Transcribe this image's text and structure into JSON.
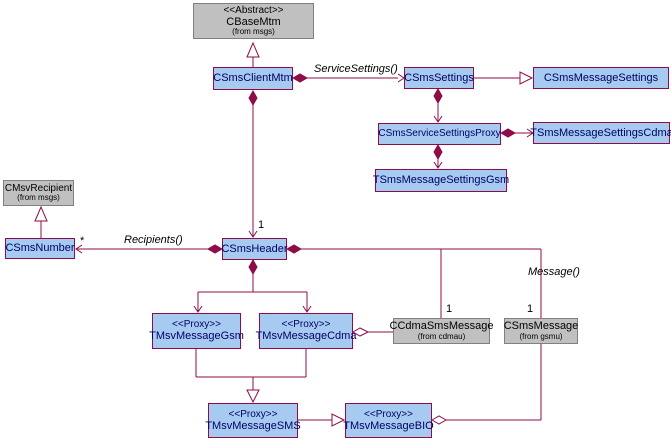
{
  "diagram": {
    "type": "uml-class-diagram",
    "classes": {
      "cbasemtm": {
        "stereotype": "<<Abstract>>",
        "name": "CBaseMtm",
        "package": "(from msgs)"
      },
      "csmsclientmtm": {
        "name": "CSmsClientMtm"
      },
      "csmssettings": {
        "name": "CSmsSettings"
      },
      "csmsmessagesettings": {
        "name": "CSmsMessageSettings"
      },
      "csmsservicesettingsproxy": {
        "name": "CSmsServiceSettingsProxy"
      },
      "tsmsmessagesettingscdma": {
        "name": "TSmsMessageSettingsCdma"
      },
      "tsmsmessagesettingsgsm": {
        "name": "TSmsMessageSettingsGsm"
      },
      "cmsvrecipient": {
        "name": "CMsvRecipient",
        "package": "(from msgs)"
      },
      "csmsnumber": {
        "name": "CSmsNumber"
      },
      "csmsheader": {
        "name": "CSmsHeader"
      },
      "tmsvmessagegsm": {
        "stereotype": "<<Proxy>>",
        "name": "TMsvMessageGsm"
      },
      "tmsvmessagecdma": {
        "stereotype": "<<Proxy>>",
        "name": "TMsvMessageCdma"
      },
      "ccdmasmsmessage": {
        "name": "CCdmaSmsMessage",
        "package": "(from cdmau)"
      },
      "csmsmessage": {
        "name": "CSmsMessage",
        "package": "(from gsmu)"
      },
      "tmsvmessagesms": {
        "stereotype": "<<Proxy>>",
        "name": "TMsvMessageSMS"
      },
      "tmsvmessagebio": {
        "stereotype": "<<Proxy>>",
        "name": "TMsvMessageBIO"
      }
    },
    "labels": {
      "service_settings": "ServiceSettings()",
      "recipients": "Recipients()",
      "message": "Message()"
    },
    "multiplicities": {
      "header_one": "1",
      "recipients_many": "*",
      "cdma_message_one": "1",
      "sms_message_one": "1"
    },
    "relationships": [
      {
        "type": "generalization",
        "from": "CSmsClientMtm",
        "to": "CBaseMtm"
      },
      {
        "type": "generalization",
        "from": "CSmsNumber",
        "to": "CMsvRecipient"
      },
      {
        "type": "generalization",
        "from": "CSmsSettings",
        "to": "CSmsMessageSettings"
      },
      {
        "type": "generalization",
        "from": "TMsvMessageGsm",
        "to": "TMsvMessageSMS"
      },
      {
        "type": "generalization",
        "from": "TMsvMessageCdma",
        "to": "TMsvMessageSMS"
      },
      {
        "type": "generalization",
        "from": "TMsvMessageSMS",
        "to": "TMsvMessageBIO"
      },
      {
        "type": "composition",
        "from": "CSmsClientMtm",
        "to": "CSmsSettings",
        "label": "ServiceSettings()"
      },
      {
        "type": "composition",
        "from": "CSmsClientMtm",
        "to": "CSmsHeader",
        "multiplicity": "1"
      },
      {
        "type": "composition",
        "from": "CSmsSettings",
        "to": "CSmsServiceSettingsProxy"
      },
      {
        "type": "composition",
        "from": "CSmsServiceSettingsProxy",
        "to": "TSmsMessageSettingsCdma"
      },
      {
        "type": "composition",
        "from": "CSmsServiceSettingsProxy",
        "to": "TSmsMessageSettingsGsm"
      },
      {
        "type": "composition",
        "from": "CSmsHeader",
        "to": "CSmsNumber",
        "label": "Recipients()",
        "multiplicity": "*"
      },
      {
        "type": "composition",
        "from": "CSmsHeader",
        "to": "CCdmaSmsMessage",
        "label": "Message()",
        "multiplicity": "1"
      },
      {
        "type": "composition",
        "from": "CSmsHeader",
        "to": "CSmsMessage",
        "label": "Message()",
        "multiplicity": "1"
      },
      {
        "type": "composition",
        "from": "CSmsHeader",
        "to": "TMsvMessageGsm"
      },
      {
        "type": "composition",
        "from": "CSmsHeader",
        "to": "TMsvMessageCdma"
      },
      {
        "type": "aggregation",
        "from": "TMsvMessageCdma",
        "to": "CCdmaSmsMessage"
      },
      {
        "type": "aggregation",
        "from": "TMsvMessageBIO",
        "to": "CSmsMessage"
      }
    ],
    "colors": {
      "line": "#8E0C48",
      "class_fill": "#A6CAF0",
      "class_text": "#000066",
      "external_fill": "#C0C0C0",
      "external_border": "#808080"
    }
  }
}
